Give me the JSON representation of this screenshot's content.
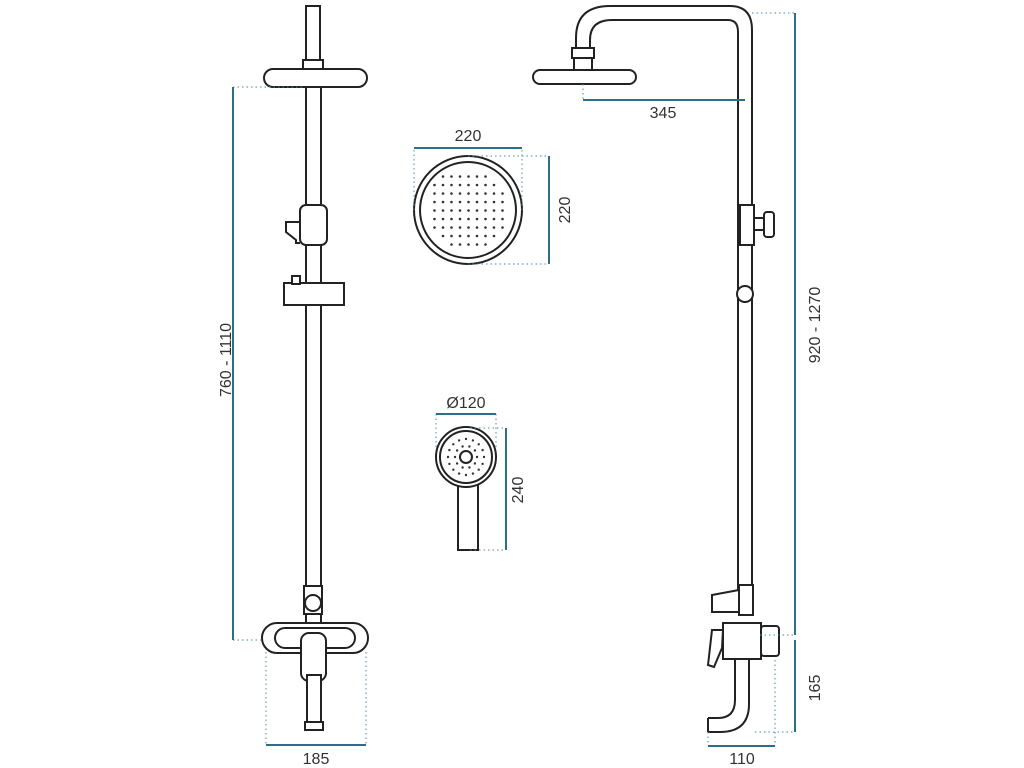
{
  "dimensions": {
    "left_height": "760 - 1110",
    "left_width": "185",
    "head_width": "220",
    "head_height": "220",
    "hand_diameter": "Ø120",
    "hand_length": "240",
    "arm_reach": "345",
    "total_height": "920 - 1270",
    "mixer_height": "165",
    "spout_depth": "110"
  },
  "colors": {
    "line": "#222222",
    "dimension": "#2b6f88",
    "text": "#333333"
  }
}
